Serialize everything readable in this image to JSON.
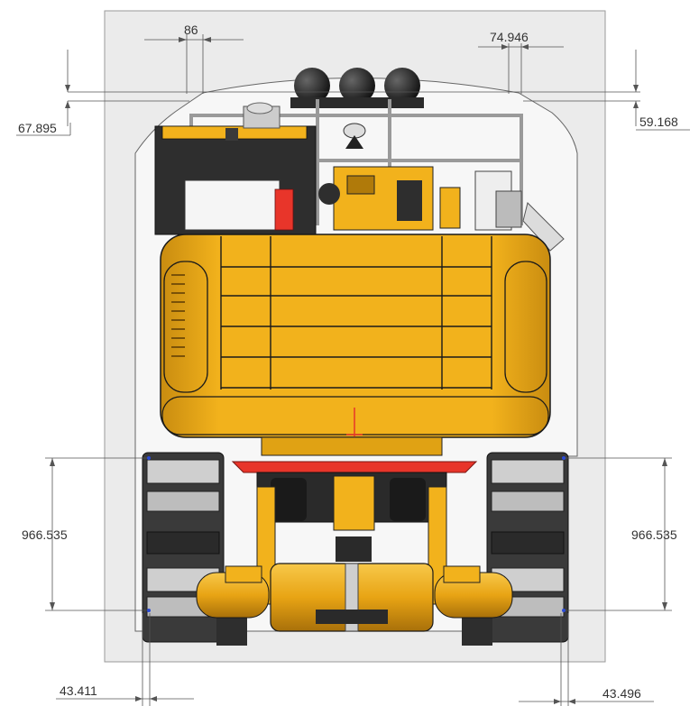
{
  "dimensions": {
    "top_left_width": "86",
    "top_right_width": "74.946",
    "left_top_clearance": "67.895",
    "right_top_clearance": "59.168",
    "left_side_height": "966.535",
    "right_side_height": "966.535",
    "bottom_left_clearance": "43.411",
    "bottom_right_clearance": "43.496"
  },
  "colors": {
    "machine_yellow": "#f2b21c",
    "machine_shadow": "#b07a0a",
    "outline": "#1a1a1a",
    "envelope_fill": "#f0f0f0",
    "envelope_stroke": "#666666",
    "accent_red": "#e8352a",
    "dark_gray": "#3a3a3a"
  }
}
